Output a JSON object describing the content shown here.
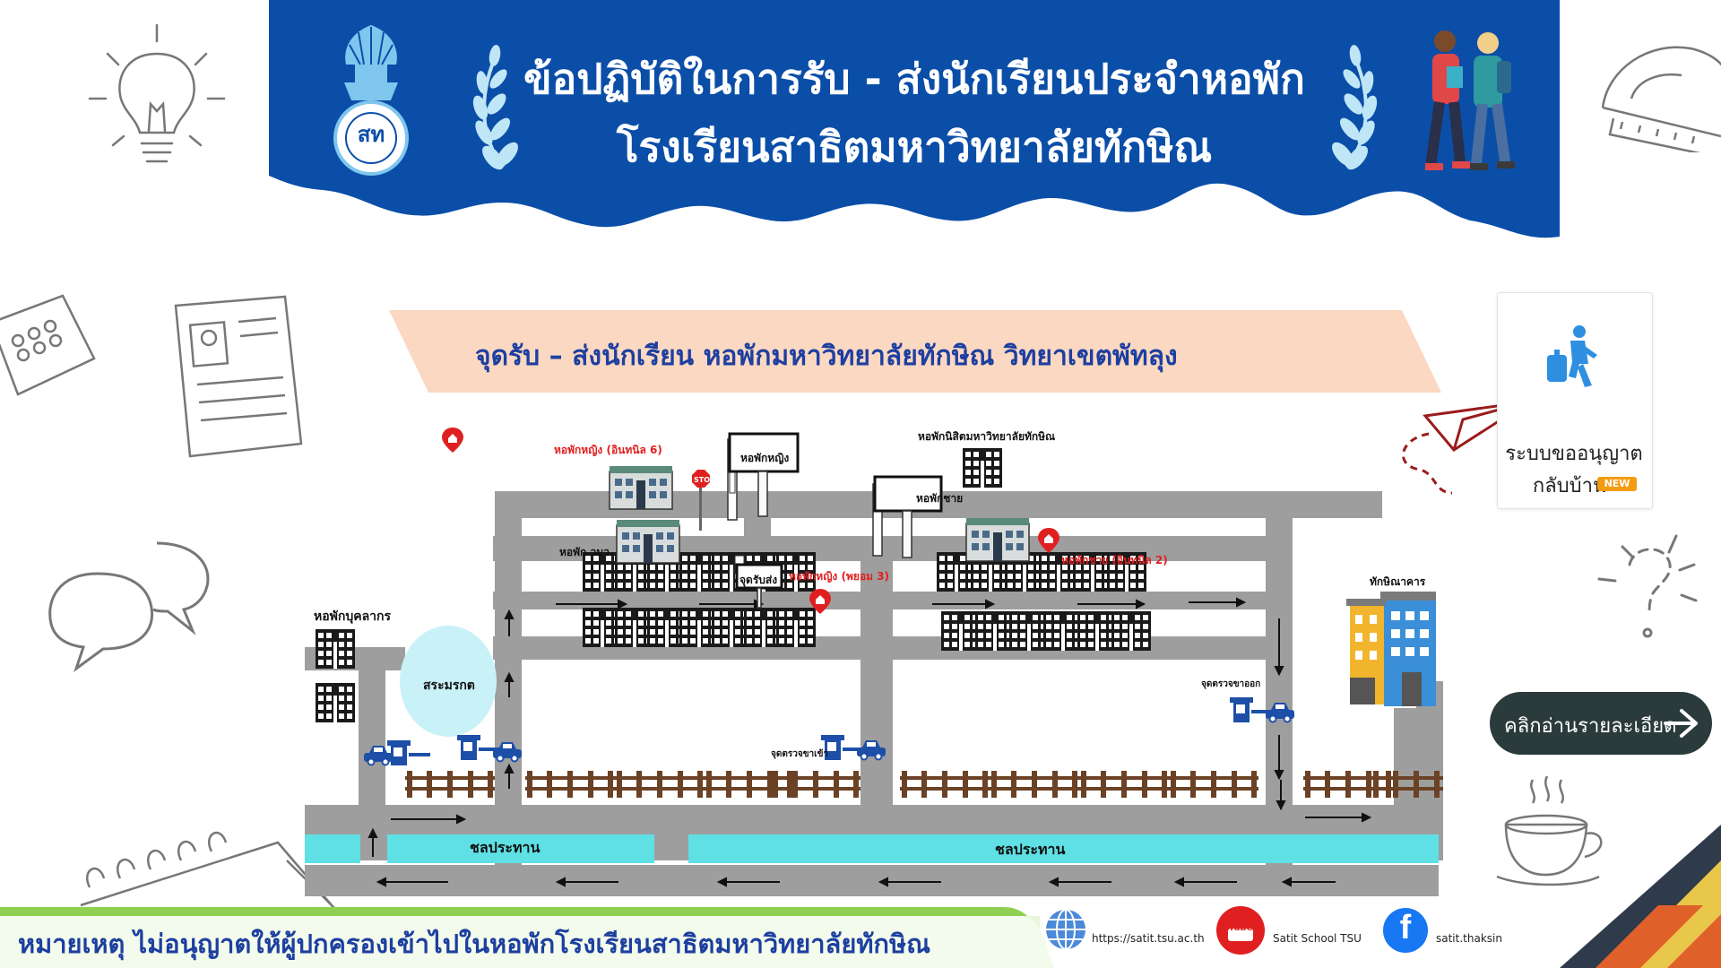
{
  "header": {
    "title_line1": "ข้อปฏิบัติในการรับ - ส่งนักเรียนประจำหอพัก",
    "title_line2": "โรงเรียนสาธิตมหาวิทยาลัยทักษิณ",
    "logo_text": "สท",
    "colors": {
      "banner": "#0b4ea8",
      "title": "#ffffff"
    }
  },
  "subtitle": "จุดรับ – ส่งนักเรียน หอพักมหาวิทยาลัยทักษิณ วิทยาเขตพัทลุง",
  "map": {
    "labels": {
      "female_dorm_inthanin6": "หอพักหญิง (อินทนิล 6)",
      "female_dorm_sign": "หอพักหญิง",
      "stop_sign": "STOP",
      "student_dorm_univ": "หอพักนิสิตมหาวิทยาลัยทักษิณ",
      "male_dorm_sign": "หอพักชาย",
      "male_dorm_inthanin2": "หอพักชาย (อินทนิล 2)",
      "dorm_wmw": "หอพัก วมว.",
      "pickup_point": "จุดรับส่ง",
      "female_dorm_payom3": "หอพักหญิง (พยอม 3)",
      "staff_dorm": "หอพักบุคลากร",
      "pond": "สระมรกต",
      "entry_checkpoint": "จุดตรวจขาเข้า",
      "exit_checkpoint": "จุดตรวจขาออก",
      "thaksinakarn": "ทักษิณาคาร",
      "canal_left": "ชลประทาน",
      "canal_right": "ชลประทาน"
    },
    "colors": {
      "road": "#9e9e9e",
      "canal": "#5ee0e4",
      "pond": "#c9f1f8",
      "fence": "#6b4226",
      "marker": "#e02020"
    }
  },
  "side_card": {
    "line1": "ระบบขออนุญาต",
    "line2": "กลับบ้าน",
    "badge": "NEW",
    "icon": "traveler-icon"
  },
  "read_more": {
    "label": "คลิกอ่านรายละเอียด",
    "icon": "arrow-right-icon"
  },
  "footer": {
    "note": "หมายเหตุ ไม่อนุญาตให้ผู้ปกครองเข้าไปในหอพักโรงเรียนสาธิตมหาวิทยาลัยทักษิณ",
    "website": "https://satit.tsu.ac.th",
    "youtube": "Satit School TSU",
    "facebook": "satit.thaksin",
    "youtube_icon_text": "You Tube",
    "facebook_icon_text": "f"
  }
}
